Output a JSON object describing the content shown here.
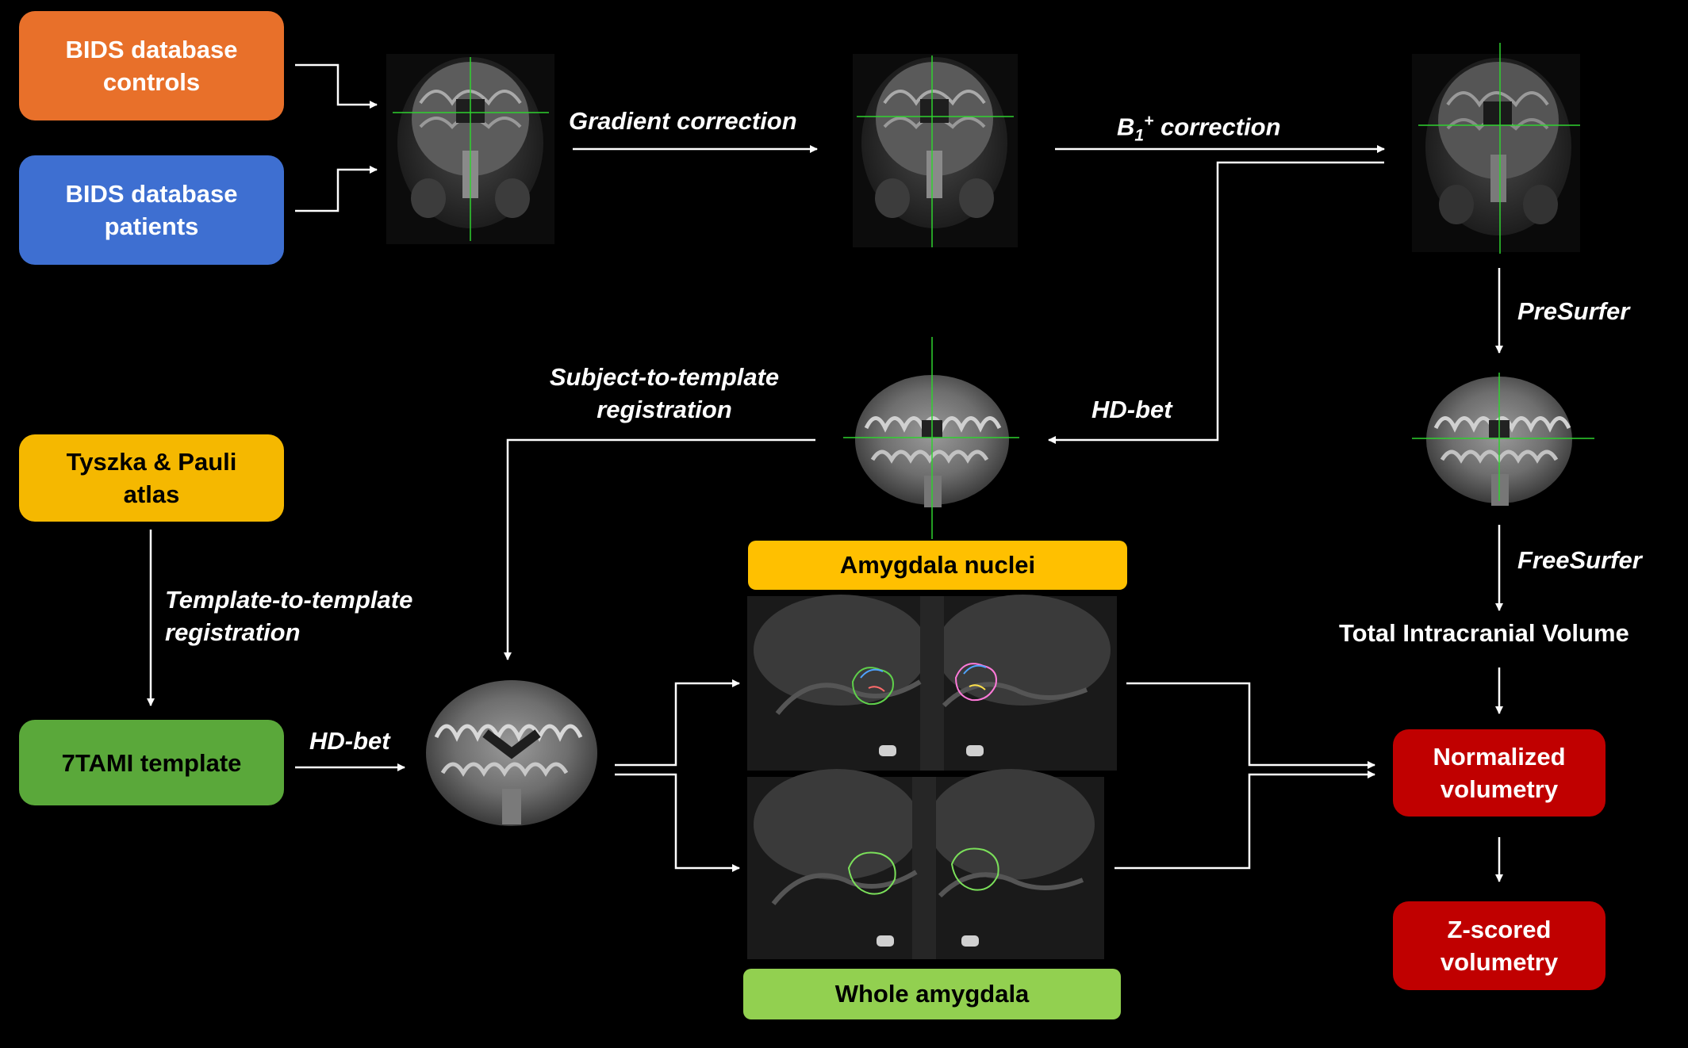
{
  "boxes": {
    "controls": "BIDS database\ncontrols",
    "patients": "BIDS database\npatients",
    "atlas": "Tyszka & Pauli\natlas",
    "template": "7TAMI template",
    "normalized": "Normalized\nvolumetry",
    "zscored": "Z-scored\nvolumetry"
  },
  "labels": {
    "gradient": "Gradient correction",
    "b1_main": "B",
    "b1_sub": "1",
    "b1_sup": "+",
    "b1_rest": " correction",
    "presurfer": "PreSurfer",
    "freesurfer": "FreeSurfer",
    "hdbet_top": "HD-bet",
    "subject_to_template": "Subject-to-template\nregistration",
    "template_to_template": "Template-to-template\nregistration",
    "hdbet_bottom": "HD-bet",
    "tiv": "Total Intracranial Volume"
  },
  "bars": {
    "amygdala_nuclei": "Amygdala nuclei",
    "whole_amygdala": "Whole amygdala"
  },
  "colors": {
    "controls": "#e8702a",
    "patients": "#3e6fd1",
    "atlas": "#f5b800",
    "template": "#5aa83a",
    "output": "#c00000",
    "nuclei_bar": "#ffc000",
    "whole_bar": "#92d050",
    "crosshair": "#2fd12f",
    "arrow": "#ffffff"
  }
}
